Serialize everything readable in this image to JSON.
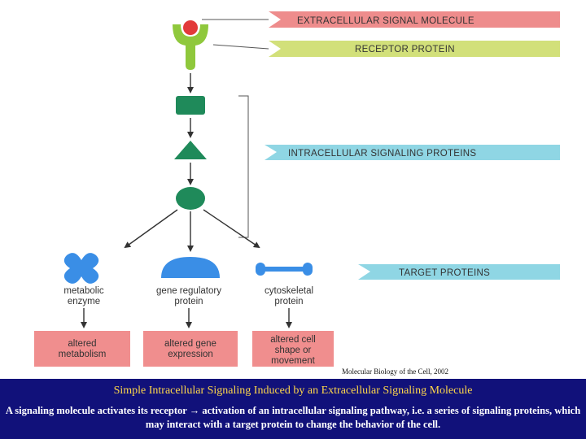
{
  "colors": {
    "banner_pink": "#ee8c8c",
    "banner_green": "#d2e07a",
    "banner_cyan": "#8fd6e4",
    "signal_red": "#e23a3a",
    "receptor_green": "#8fc83c",
    "relay_green": "#1f8a5a",
    "target_blue": "#3a8ee6",
    "outcome_pink": "#f08e8e",
    "caption_bg": "#11117a",
    "caption_title": "#ffd84a"
  },
  "banners": {
    "signal": "EXTRACELLULAR SIGNAL MOLECULE",
    "receptor": "RECEPTOR PROTEIN",
    "intracellular": "INTRACELLULAR SIGNALING PROTEINS",
    "target": "TARGET PROTEINS"
  },
  "targets": {
    "enzyme": [
      "metabolic",
      "enzyme"
    ],
    "gene": [
      "gene regulatory",
      "protein"
    ],
    "cyto": [
      "cytoskeletal",
      "protein"
    ]
  },
  "outcomes": {
    "metabolism": [
      "altered",
      "metabolism"
    ],
    "gene": [
      "altered gene",
      "expression"
    ],
    "cell": [
      "altered cell",
      "shape or",
      "movement"
    ]
  },
  "credit": "Molecular Biology of the Cell, 2002",
  "caption": {
    "title": "Simple Intracellular Signaling Induced by an Extracellular Signaling Molecule",
    "body": "A signaling molecule activates its receptor → activation of an intracellular signaling pathway, i.e. a series of signaling proteins, which may interact with a target protein to change the behavior of the cell."
  }
}
